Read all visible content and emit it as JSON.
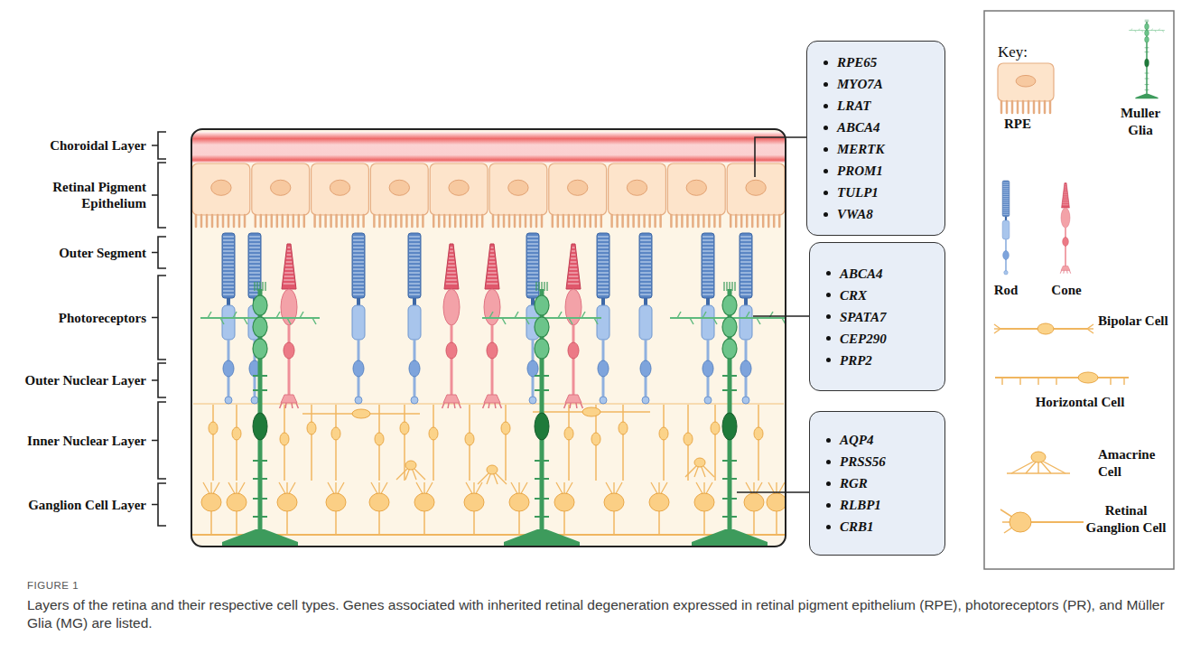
{
  "diagram": {
    "caption": "Layers of the retina and their respective cell types. Genes associated with inherited retinal degeneration expressed in retinal pigment epithelium (RPE), photoreceptors (PR), and Müller Glia (MG) are listed.",
    "nodes": [
      {
        "text": [
          "RPE65",
          "MYO7A",
          "LRAT",
          "ABCA4",
          "MERTK",
          "PROM1",
          "TULP1",
          "VWA8"
        ]
      },
      {
        "text": [
          "ABCA4",
          "CRX",
          "SPATA7",
          "CEP290",
          "PRP2"
        ]
      },
      {
        "text": [
          "AQP4",
          "PRSS56",
          "RGR",
          "RLBP1",
          "CRB1"
        ]
      }
    ],
    "labels": [
      "Choroidal Layer",
      "Retinal Pigment Epithelium",
      "Outer Segment",
      "Photoreceptors",
      "Outer Nuclear Layer",
      "Inner Nuclear Layer",
      "Ganglion Cell Layer",
      "Key:",
      "FIGURE 1"
    ],
    "legend": [
      {
        "text": "RPE"
      },
      {
        "text": "Muller Glia"
      },
      {
        "text": "Rod"
      },
      {
        "text": "Cone"
      },
      {
        "text": "Bipolar Cell"
      },
      {
        "text": "Horizontal Cell"
      },
      {
        "text": "Amacrine Cell"
      },
      {
        "text": "Retinal Ganglion Cell"
      }
    ]
  }
}
